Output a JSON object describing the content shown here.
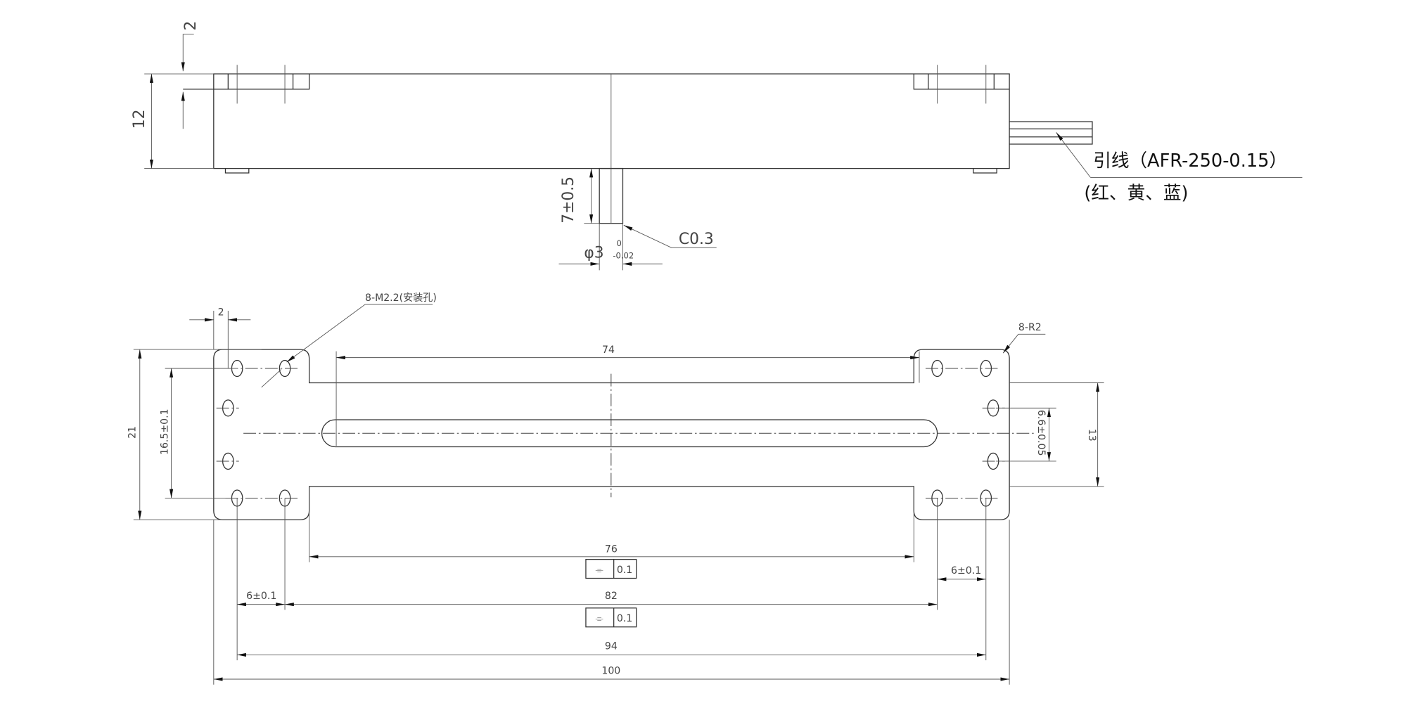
{
  "side_view": {
    "dim_flange_thickness": "2",
    "dim_height": "12",
    "dim_pin_length": "7±0.5",
    "dim_pin_diameter": "φ3",
    "dim_pin_tol_upper": "0",
    "dim_pin_tol_lower": "-0.02",
    "chamfer": "C0.3",
    "lead_label": "引线（AFR-250-0.15）",
    "lead_colors": "(红、黄、蓝)"
  },
  "top_view": {
    "mount_holes": "8-M2.2(安装孔)",
    "corner_radius": "8-R2",
    "dim_flange_edge": "2",
    "dim_74": "74",
    "dim_76": "76",
    "dim_82": "82",
    "dim_94": "94",
    "dim_100": "100",
    "dim_hole_pitch_left": "6±0.1",
    "dim_hole_pitch_right": "6±0.1",
    "dim_width": "21",
    "dim_hole_span": "16.5±0.1",
    "dim_side_holes": "6.6±0.05",
    "dim_body_width": "13",
    "symmetry_symbol": "⌯",
    "symmetry_tol_1": "0.1",
    "symmetry_tol_2": "0.1"
  }
}
